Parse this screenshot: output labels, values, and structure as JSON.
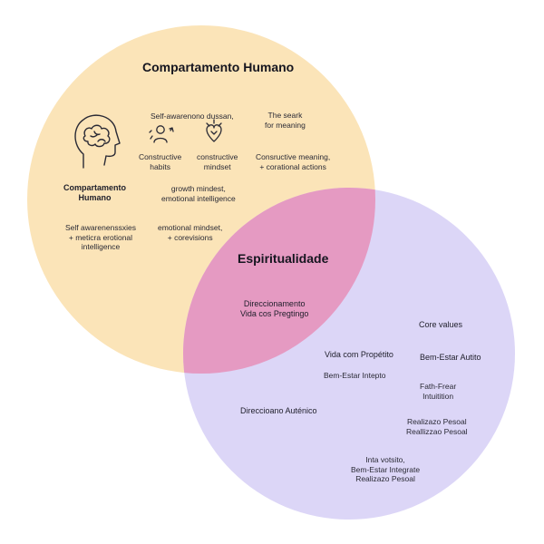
{
  "colors": {
    "left_circle": "#fbe4b8",
    "right_circle": "#dcd6f7",
    "overlap": "#e59ac2",
    "icon_stroke": "#2a2a35"
  },
  "circles": {
    "left": {
      "title": "Compartamento Humano",
      "blocks": {
        "self_awareness_top": "Self-awarenono dussan,",
        "search_meaning": [
          "The seark",
          "for meaning"
        ],
        "constructive_habits": [
          "Constructive",
          "habits"
        ],
        "constructive_mindset": [
          "constructive",
          "mindset"
        ],
        "constructive_meaning": [
          "Consructive meaning,",
          "+ corational actions"
        ],
        "brain_label": [
          "Compartamento",
          "Humano"
        ],
        "growth_mindset": [
          "growth mindest,",
          "emotional intelligence"
        ],
        "self_awareness_bottom": [
          "Self awarenenssxies",
          "+ meticra erotional",
          "intelligence"
        ],
        "emotional_mindset": [
          "emotional mindset,",
          "+ corevisions"
        ]
      },
      "icons": [
        "head-brain-icon",
        "person-growth-icon",
        "heart-shield-icon"
      ]
    },
    "overlap": {
      "title": "Espiritualidade",
      "text": [
        "Direccionamento",
        "Vida cos Pregtingo"
      ]
    },
    "right": {
      "blocks": {
        "core_values": "Core values",
        "vida_proposito": "Vida com Propétito",
        "bem_estar_autito": "Bem-Estar Autito",
        "bem_estar_intepto": "Bem-Estar Intepto",
        "faith_fear": [
          "Fath-Frear",
          "Intuitition"
        ],
        "direccioano": "Direccioano Auténico",
        "realizacao": [
          "Realizazo Pesoal",
          "Reallizzao Pesoal"
        ],
        "bottom": [
          "Inta votsito,",
          "Bem-Estar Integrate",
          "Realizazo Pesoal"
        ]
      }
    }
  }
}
